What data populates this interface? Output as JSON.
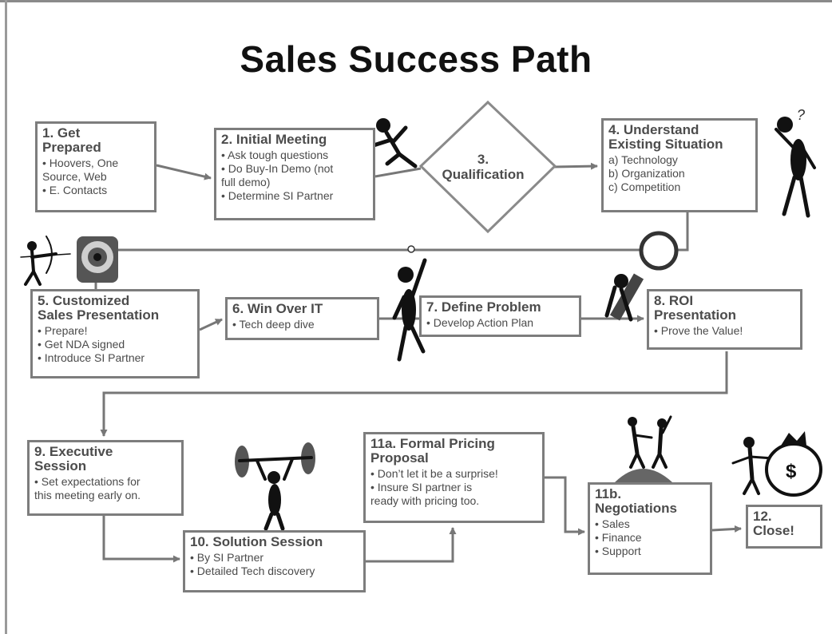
{
  "title": "Sales Success Path",
  "colors": {
    "box_border": "#7d7d7d",
    "connector": "#777777",
    "text": "#4a4a4a",
    "title": "#111111",
    "figure": "#111111"
  },
  "diamond": {
    "label": "3.\nQualification"
  },
  "boxes": {
    "get_prepared": {
      "heading": "1. Get\nPrepared",
      "items": [
        "• Hoovers, One\nSource, Web",
        "• E. Contacts"
      ]
    },
    "initial_meeting": {
      "heading": "2. Initial Meeting",
      "items": [
        "• Ask tough questions",
        "• Do Buy-In Demo (not\nfull demo)",
        "• Determine SI Partner"
      ]
    },
    "understand": {
      "heading": "4. Understand\nExisting Situation",
      "items": [
        "a) Technology",
        "b) Organization",
        " c) Competition"
      ]
    },
    "customized": {
      "heading": "5. Customized\nSales Presentation",
      "items": [
        "• Prepare!",
        "• Get NDA signed",
        "• Introduce SI Partner"
      ]
    },
    "win_over_it": {
      "heading": "6. Win Over IT",
      "items": [
        "• Tech deep dive"
      ]
    },
    "define_problem": {
      "heading": "7. Define Problem",
      "items": [
        "• Develop Action Plan"
      ]
    },
    "roi": {
      "heading": "8. ROI\nPresentation",
      "items": [
        "• Prove the Value!"
      ]
    },
    "executive": {
      "heading": "9. Executive\nSession",
      "items": [
        "• Set expectations for\nthis meeting early on."
      ]
    },
    "solution": {
      "heading": "10. Solution Session",
      "items": [
        "• By SI Partner",
        "• Detailed Tech discovery"
      ]
    },
    "formal_pricing": {
      "heading": "11a. Formal Pricing\nProposal",
      "items": [
        "• Don’t let it be a surprise!",
        "• Insure SI partner is\nready with pricing too."
      ]
    },
    "negotiations": {
      "heading": "11b.\nNegotiations",
      "items": [
        "• Sales",
        "• Finance",
        "• Support"
      ]
    },
    "close": {
      "heading": "12.\nClose!",
      "items": []
    }
  },
  "illustrations": {
    "question_mark": "?",
    "money_bag_symbol": "$"
  }
}
